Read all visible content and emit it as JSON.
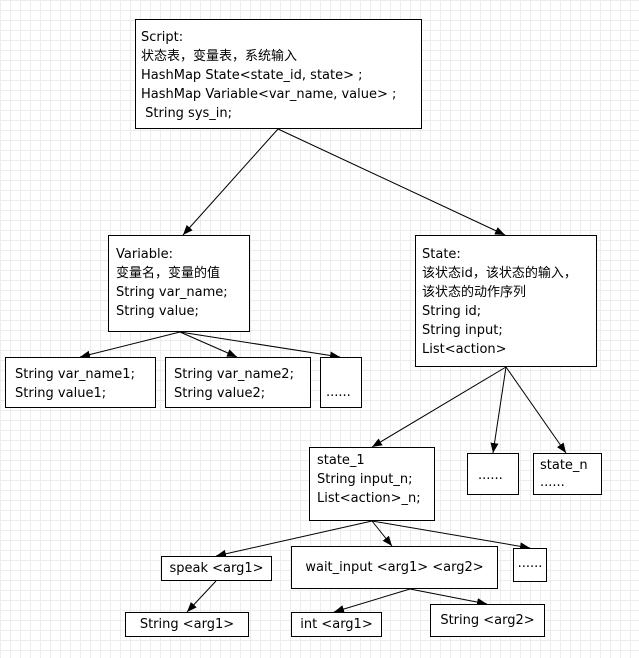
{
  "nodes": {
    "script": {
      "lines": [
        "Script:",
        "状态表，变量表，系统输入",
        "HashMap State<state_id, state> ;",
        "HashMap Variable<var_name, value> ;",
        " String sys_in;"
      ]
    },
    "variable": {
      "lines": [
        "Variable:",
        "变量名，变量的值",
        "String var_name;",
        "String value;"
      ]
    },
    "state": {
      "lines": [
        "State:",
        "该状态id，该状态的输入，",
        "该状态的动作序列",
        "String id;",
        "String input;",
        "List<action>"
      ]
    },
    "var1": {
      "lines": [
        "String var_name1;",
        "String value1;"
      ]
    },
    "var2": {
      "lines": [
        "String var_name2;",
        "String value2;"
      ]
    },
    "var_more": {
      "lines": [
        "......"
      ]
    },
    "state1": {
      "lines": [
        "state_1",
        "String input_n;",
        "List<action>_n;"
      ]
    },
    "state_more": {
      "lines": [
        "......"
      ]
    },
    "state_n": {
      "lines": [
        "state_n",
        "......"
      ]
    },
    "speak": {
      "lines": [
        "speak <arg1>"
      ]
    },
    "wait_input": {
      "lines": [
        "wait_input <arg1> <arg2>"
      ]
    },
    "action_more": {
      "lines": [
        "......"
      ]
    },
    "speak_arg1": {
      "lines": [
        "String <arg1>"
      ]
    },
    "wait_arg1": {
      "lines": [
        "int <arg1>"
      ]
    },
    "wait_arg2": {
      "lines": [
        "String <arg2>"
      ]
    }
  },
  "style": {
    "line_color": "#000000",
    "grid_color": "#ececec",
    "node_fill": "#ffffff"
  }
}
